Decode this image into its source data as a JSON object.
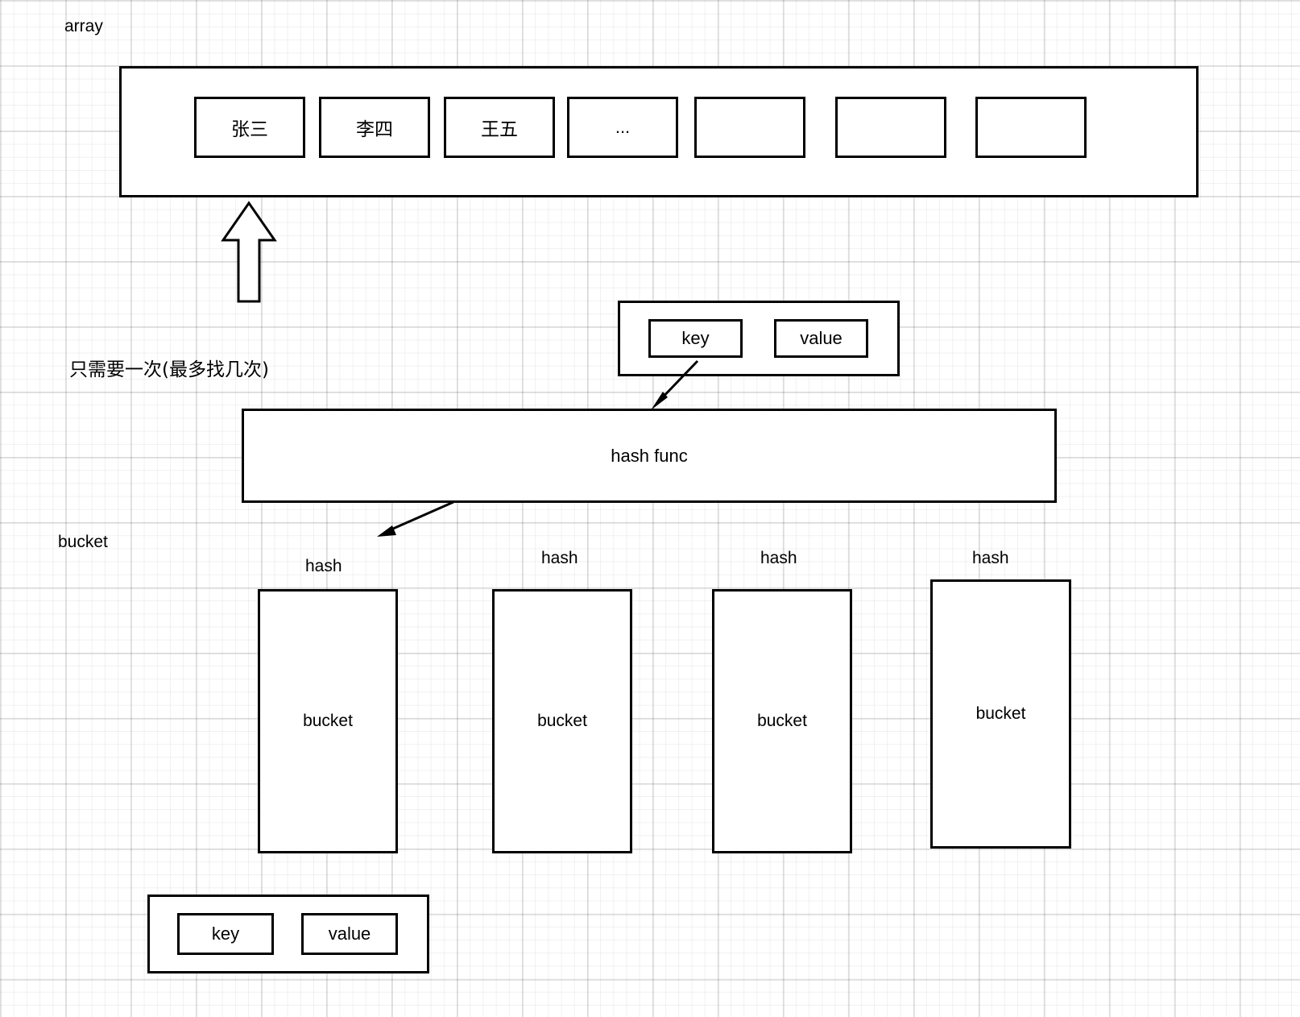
{
  "diagram": {
    "title": "hashmap-structure-diagram",
    "labels": {
      "array": "array",
      "bucket_side": "bucket",
      "note": "只需要一次(最多找几次)"
    },
    "array_row": {
      "cells": [
        {
          "text": "张三",
          "cjk": true
        },
        {
          "text": "李四",
          "cjk": true
        },
        {
          "text": "王五",
          "cjk": true
        },
        {
          "text": "...",
          "cjk": false
        },
        {
          "text": "",
          "cjk": false
        },
        {
          "text": "",
          "cjk": false
        },
        {
          "text": "",
          "cjk": false
        }
      ]
    },
    "kv_top": {
      "key_label": "key",
      "value_label": "value"
    },
    "hash_func": {
      "label": "hash func"
    },
    "buckets": [
      {
        "hash_label": "hash",
        "bucket_label": "bucket"
      },
      {
        "hash_label": "hash",
        "bucket_label": "bucket"
      },
      {
        "hash_label": "hash",
        "bucket_label": "bucket"
      },
      {
        "hash_label": "hash",
        "bucket_label": "bucket"
      }
    ],
    "kv_bottom": {
      "key_label": "key",
      "value_label": "value"
    },
    "colors": {
      "stroke": "#000000",
      "fill": "#ffffff",
      "grid_minor": "#f0f0f0",
      "grid_major": "#cccccc"
    }
  }
}
